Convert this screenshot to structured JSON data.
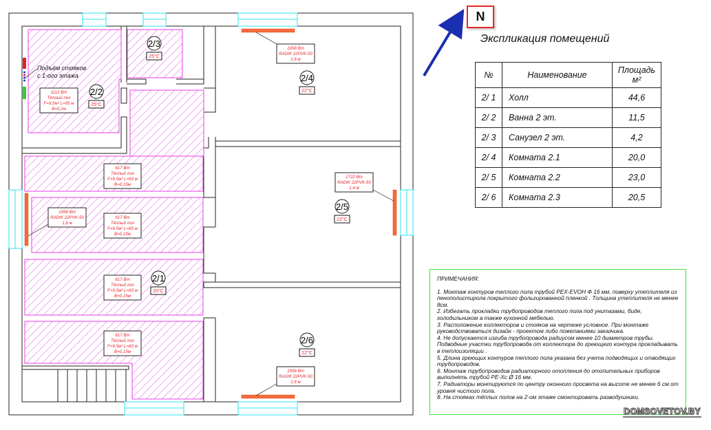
{
  "north_label": "N",
  "explication": {
    "title": "Экспликация помещений",
    "headers": [
      "№",
      "Наименование",
      "Площадь м²"
    ],
    "rows": [
      {
        "num": "2/ 1",
        "name": "Холл",
        "area": "44,6"
      },
      {
        "num": "2/ 2",
        "name": "Ванна 2 эт.",
        "area": "11,5"
      },
      {
        "num": "2/ 3",
        "name": "Санузел 2 эт.",
        "area": "4,2"
      },
      {
        "num": "2/ 4",
        "name": "Комната 2.1",
        "area": "20,0"
      },
      {
        "num": "2/ 5",
        "name": "Комната 2.2",
        "area": "23,0"
      },
      {
        "num": "2/ 6",
        "name": "Комната 2.3",
        "area": "20,5"
      }
    ]
  },
  "rooms": [
    {
      "id": "2/1",
      "temp": "20°C"
    },
    {
      "id": "2/2",
      "temp": "25°C"
    },
    {
      "id": "2/3",
      "temp": "25°C"
    },
    {
      "id": "2/4",
      "temp": "22°C"
    },
    {
      "id": "2/5",
      "temp": "22°C"
    },
    {
      "id": "2/6",
      "temp": "22°C"
    }
  ],
  "riser_label": [
    "Подъём стояков",
    "с 1-ого этажа"
  ],
  "floor_heating": {
    "bath": [
      "1112 Вт",
      "Тёплый пол",
      "F=9,5м² L=95 м",
      "B=0,1м"
    ],
    "loop": [
      "617 Вт",
      "Тёплый пол",
      "F=9,5м² L=63 м",
      "B=0,15м"
    ]
  },
  "radiators": {
    "top": [
      "1958 Вт",
      "RADIK 22PVK-50",
      "1,6 м"
    ],
    "left": [
      "1958 Вт",
      "RADIK 22PVK-50",
      "1,6 м"
    ],
    "right": [
      "1722 Вт",
      "RADIK 22PVK-50",
      "1,4 м"
    ],
    "bottom": [
      "1958 Вт",
      "RADIK 22PVK-50",
      "1,6 м"
    ]
  },
  "notes": {
    "title": "ПРИМЕЧАНИЯ:",
    "items": [
      "1.  Монтаж контуров теплого пола трубой PEX-EVOH  Ф 16 мм,  поверху утеплителя из пенополистирола покрытого фольгированной пленкой . Толщина утеплителя  не менее 8см.",
      "2.   Избегать прокладки трубопроводов теплого пола под унитазами, биде, холодильником а также кухонной мебелью.",
      "3.   Расположение коллекторов и стояков  на чертеже условное. При монтаже руководствоваться дизайн - проектом либо пожеланиями заказчика.",
      "4.   Не допускается изгиба трубопровода  радиусом менее  10  диаметров  трубы. Подводные участки трубопровода от коллектора до греющего контура прокладывать в теплоизоляции .",
      "5.  Длина греющих контуров теплого пола указана без учета подводящих и отводящих трубопроводов.",
      "6.   Монтаж трубопроводов радиаторного отопления до отопительных приборов выполнять трубой PE-Xc Ø 16 мм.",
      "7.  Радиаторы монтируются по центру оконного просвета на высоте не менее 6 см от уровня чистого пола.",
      "8. На стояках тёплых полов на 2-ом этаже смонтировать разводушники."
    ]
  },
  "watermark": "DOMSOVETOV.BY",
  "colors": {
    "wall": "#222222",
    "heated_floor": "#e83ce8",
    "radiator": "#f05a28",
    "window": "#2ee6ee",
    "label_text": "#e8232d",
    "north_arrow": "#1a2fb0",
    "notes_border": "#3ce23c"
  }
}
